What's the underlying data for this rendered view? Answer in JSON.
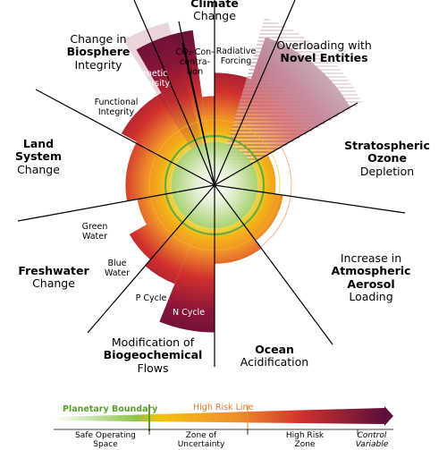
{
  "colors": {
    "safe_green": "#8bc34a",
    "boundary_green": "#5aa02c",
    "high_risk_orange": "#f0902a",
    "zone_yellow": "#f4c20d",
    "high_risk_red": "#d0312d",
    "extreme_purple": "#5b0f3a",
    "center_glow": "#ffffff"
  },
  "boundaries": {
    "climate": {
      "line1": "Climate",
      "line2": "Change"
    },
    "novel": {
      "line1": "Overloading with",
      "line2": "Novel Entities"
    },
    "ozone": {
      "line1": "Stratospheric",
      "line2": "Ozone",
      "line3": "Depletion"
    },
    "aerosol": {
      "line1": "Increase in",
      "line2": "Atmospheric",
      "line3": "Aerosol",
      "line4": "Loading"
    },
    "ocean": {
      "line1": "Ocean",
      "line2": "Acidification"
    },
    "biogeo": {
      "line1": "Modification of",
      "line2": "Biogeochemical",
      "line3": "Flows"
    },
    "freshwater": {
      "line1": "Freshwater",
      "line2": "Change"
    },
    "land": {
      "line1": "Land",
      "line2": "System",
      "line3": "Change"
    },
    "biosphere": {
      "line1": "Change in",
      "line2": "Biosphere",
      "line3": "Integrity"
    }
  },
  "subcontrols": {
    "co2": {
      "line1": "CO₂-Con-",
      "line2": "centra-",
      "line3": "tion"
    },
    "radiative": {
      "line1": "Radiative",
      "line2": "Forcing"
    },
    "genetic": {
      "line1": "Genetic",
      "line2": "Diversity"
    },
    "functional": {
      "line1": "Functional",
      "line2": "Integrity"
    },
    "green_water": {
      "line1": "Green",
      "line2": "Water"
    },
    "blue_water": {
      "line1": "Blue",
      "line2": "Water"
    },
    "p_cycle": "P Cycle",
    "n_cycle": "N Cycle"
  },
  "wedge_levels": {
    "co2": 0.42,
    "radiative": 0.62,
    "novel": 1.0,
    "ozone": 0.18,
    "aerosol": 0.25,
    "ocean": 0.33,
    "n_cycle": 0.92,
    "p_cycle": 0.57,
    "blue_water": 0.5,
    "green_water": 0.33,
    "land": 0.42,
    "functional": 0.57,
    "genetic": 1.0
  },
  "legend": {
    "planetary_boundary": "Planetary Boundary",
    "high_risk_line": "High Risk Line",
    "safe": {
      "line1": "Safe Operating",
      "line2": "Space"
    },
    "uncertainty": {
      "line1": "Zone of",
      "line2": "Uncertainty"
    },
    "highrisk": {
      "line1": "High Risk",
      "line2": "Zone"
    },
    "control": {
      "line1": "Control",
      "line2": "Variable"
    }
  }
}
